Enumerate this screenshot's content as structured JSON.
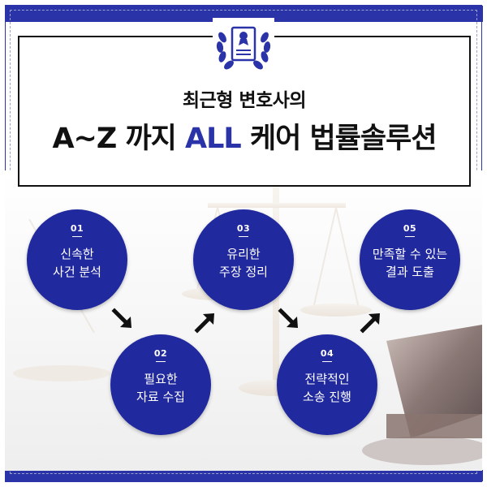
{
  "title": {
    "line1": "최근형 변호사의",
    "line2_part1": "A~Z 까지",
    "line2_accent": "ALL",
    "line2_part2": "케어 법률솔루션"
  },
  "steps": [
    {
      "num": "01",
      "line1": "신속한",
      "line2": "사건 분석"
    },
    {
      "num": "02",
      "line1": "필요한",
      "line2": "자료 수집"
    },
    {
      "num": "03",
      "line1": "유리한",
      "line2": "주장 정리"
    },
    {
      "num": "04",
      "line1": "전략적인",
      "line2": "소송 진행"
    },
    {
      "num": "05",
      "line1": "만족할 수 있는",
      "line2": "결과 도출"
    }
  ],
  "colors": {
    "accent": "#2a33a8",
    "circle": "#21299e",
    "text": "#111111"
  },
  "icons": {
    "emblem": "document-laurel-emblem-icon",
    "arrows": [
      "arrow-down-right-icon",
      "arrow-up-right-icon",
      "arrow-down-right-icon",
      "arrow-up-right-icon"
    ]
  }
}
